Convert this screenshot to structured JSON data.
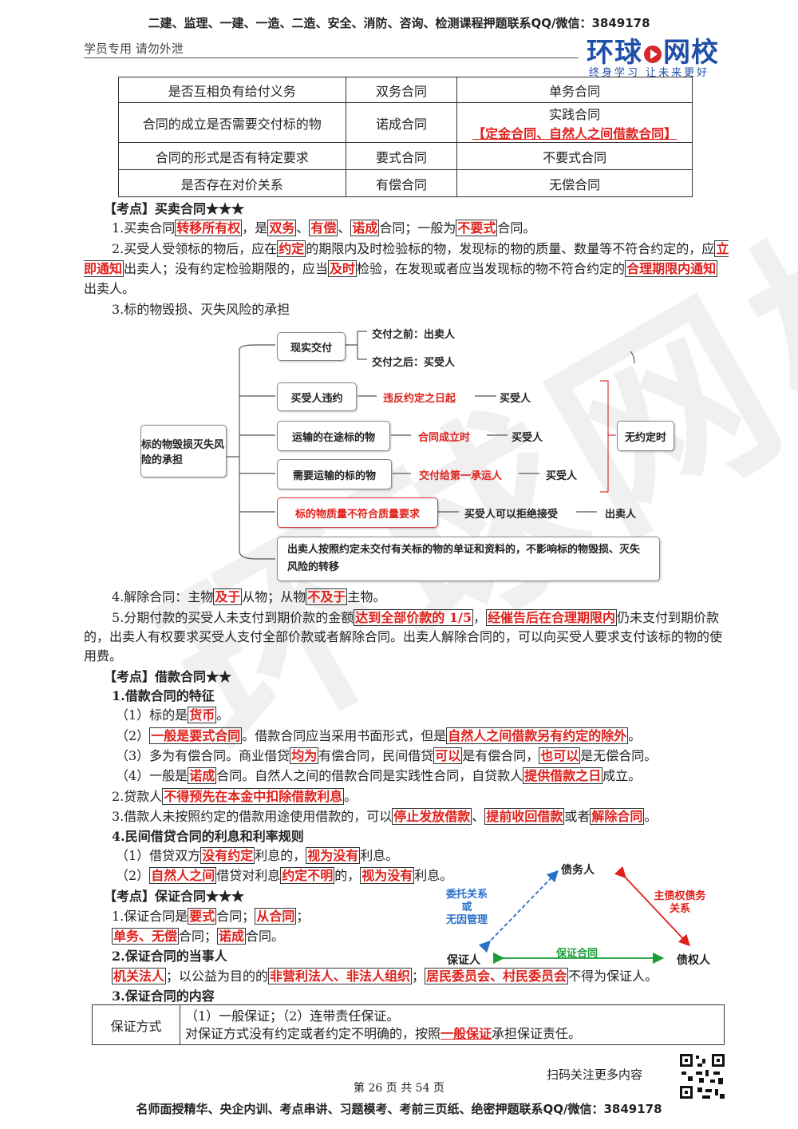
{
  "header": {
    "top_line": "二建、监理、一建、一造、二造、安全、消防、咨询、检测课程押题联系QQ/微信：3849178",
    "sub_left": "学员专用 请勿外泄",
    "logo_a": "环球",
    "logo_b": "网校",
    "logo_slogan": "终身学习 让未来更好"
  },
  "table1": [
    {
      "q": "是否互相负有给付义务",
      "a": "双务合同",
      "b": "单务合同",
      "b2": ""
    },
    {
      "q": "合同的成立是否需要交付标的物",
      "a": "诺成合同",
      "b": "实践合同",
      "b2": "【定金合同、自然人之间借款合同】"
    },
    {
      "q": "合同的形式是否有特定要求",
      "a": "要式合同",
      "b": "不要式合同",
      "b2": ""
    },
    {
      "q": "是否存在对价关系",
      "a": "有偿合同",
      "b": "无偿合同",
      "b2": ""
    }
  ],
  "s1": {
    "title": "【考点】买卖合同★★★",
    "p1": [
      "1.买卖合同",
      "转移所有权",
      "，是",
      "双务",
      "、",
      "有偿",
      "、",
      "诺成",
      "合同；一般为",
      "不要式",
      "合同。"
    ],
    "p2": [
      "2.买受人受领标的物后，应在",
      "约定",
      "的期限内及时检验标的物，发现标的物的质量、数量等不符合约定的，应",
      "立即通知",
      "出卖人；没有约定检验期限的，应当",
      "及时",
      "检验，在发现或者应当发现标的物不符合约定的",
      "合理期限内通知",
      "出卖人。"
    ],
    "p3": "3.标的物毁损、灭失风险的承担"
  },
  "diagram1": {
    "root": "标的物毁损灭失风险的承担",
    "n1": "现实交付",
    "n1a": "交付之前：出卖人",
    "n1b": "交付之后：买受人",
    "n2": "买受人违约",
    "n2r": "违反约定之日起",
    "n2e": "买受人",
    "n3": "运输的在途标的物",
    "n3r": "合同成立时",
    "n3e": "买受人",
    "n4": "需要运输的标的物",
    "n4r": "交付给第一承运人",
    "n4e": "买受人",
    "brace": "无约定时",
    "n5": "标的物质量不符合质量要求",
    "n5a": "买受人可以拒绝接受",
    "n5b": "出卖人",
    "n6": "出卖人按照约定未交付有关标的物的单证和资料的，不影响标的物毁损、灭失风险的转移"
  },
  "s1b": {
    "p4": [
      "4.解除合同：主物",
      "及于",
      "从物；从物",
      "不及于",
      "主物。"
    ],
    "p5": [
      "5.分期付款的买受人未支付到期价款的金额",
      "达到全部价款的 1/5",
      "，",
      "经催告后在合理期限内",
      "仍未支付到期价款的，出卖人有权要求买受人支付全部价款或者解除合同。出卖人解除合同的，可以向买受人要求支付该标的物的使用费。"
    ]
  },
  "s2": {
    "title": "【考点】借款合同★★",
    "h1": "1.借款合同的特征",
    "l1": [
      "（1）标的是",
      "货币",
      "。"
    ],
    "l2": [
      "（2）",
      "一般是要式合同",
      "。借款合同应当采用书面形式，但是",
      "自然人之间借款另有约定的除外",
      "。"
    ],
    "l3": [
      "（3）多为有偿合同。商业借贷",
      "均为",
      "有偿合同，民间借贷",
      "可以",
      "是有偿合同，",
      "也可以",
      "是无偿合同。"
    ],
    "l4": [
      "（4）一般是",
      "诺成",
      "合同。自然人之间的借款合同是实践性合同，自贷款人",
      "提供借款之日",
      "成立。"
    ],
    "l5": [
      "2.贷款人",
      "不得预先在本金中扣除借款利息",
      "。"
    ],
    "l6": [
      "3.借款人未按照约定的借款用途使用借款的，可以",
      "停止发放借款",
      "、",
      "提前收回借款",
      "或者",
      "解除合同",
      "。"
    ],
    "h4": "4.民间借贷合同的利息和利率规则",
    "l7": [
      "（1）借贷双方",
      "没有约定",
      "利息的，",
      "视为没有",
      "利息。"
    ],
    "l8": [
      "（2）",
      "自然人之间",
      "借贷对利息",
      "约定不明",
      "的，",
      "视为没有",
      "利息。"
    ]
  },
  "s3": {
    "title": "【考点】保证合同★★★",
    "l1": [
      "1.保证合同是",
      "要式",
      "合同；",
      "从合同",
      "；"
    ],
    "l2": [
      "单务、无偿",
      "合同；",
      "诺成",
      "合同。"
    ],
    "h2": "2.保证合同的当事人",
    "l3": [
      "机关法人",
      "；以公益为目的的",
      "非营利法人、非法人组织",
      "；",
      "居民委员会、村民委员会",
      "不得为保证人。"
    ],
    "h3": "3.保证合同的内容"
  },
  "diagram2": {
    "debtor": "债务人",
    "guarantor": "保证人",
    "creditor": "债权人",
    "left_label": [
      "委托关系",
      "或",
      "无因管理"
    ],
    "right_label": [
      "主债权债务",
      "关系"
    ],
    "bottom_label": "保证合同"
  },
  "table2": {
    "label": "保证方式",
    "line1": "（1）一般保证；（2）连带责任保证。",
    "line2a": "对保证方式没有约定或者约定不明确的，按照",
    "line2b": "一般保证",
    "line2c": "承担保证责任。"
  },
  "footer": {
    "qr_text": "扫码关注更多内容",
    "page": "第 26 页 共 54 页",
    "bottom": "名师面授精华、央企内训、考点串讲、习题模考、考前三页纸、绝密押题联系QQ/微信：3849178"
  },
  "colors": {
    "accent_red": "#e0201b",
    "logo_blue": "#1f4fa8",
    "green": "#1a9e3a",
    "blue_dash": "#2a6fc9"
  }
}
